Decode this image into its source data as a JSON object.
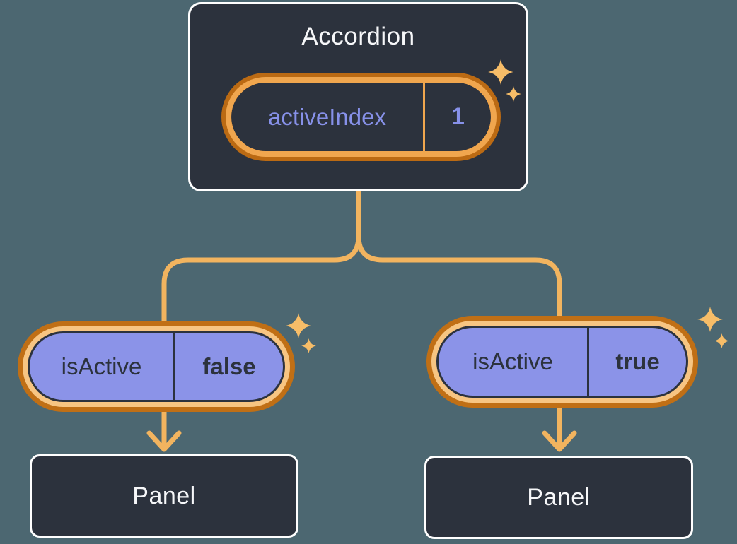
{
  "diagram": {
    "root": {
      "title": "Accordion",
      "state": {
        "name": "activeIndex",
        "value": "1"
      }
    },
    "children": [
      {
        "prop": {
          "name": "isActive",
          "value": "false"
        },
        "target": "Panel"
      },
      {
        "prop": {
          "name": "isActive",
          "value": "true"
        },
        "target": "Panel"
      }
    ]
  },
  "icons": {
    "sparkle": "sparkle-four-point-star"
  },
  "colors": {
    "background": "#4c6771",
    "card_background": "#2c323d",
    "card_border": "#ffffff",
    "connector_orange": "#f2b45f",
    "ring_dark_orange": "#c06f15",
    "ring_light_orange": "#f0a64e",
    "ring_cream_orange": "#f7c582",
    "prop_pill_fill": "#8b93e8",
    "state_text_purple": "#8791e9",
    "dark_text": "#2c323d",
    "light_text": "#f6f7f9",
    "sparkle": "#f7bd68"
  }
}
